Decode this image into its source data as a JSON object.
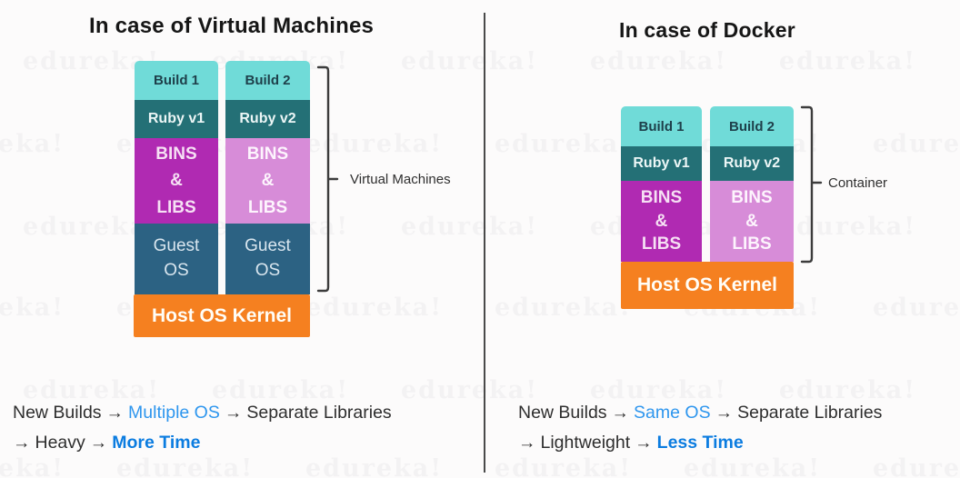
{
  "watermark": {
    "text": "edureka!"
  },
  "vm_panel": {
    "title": "In case of Virtual Machines",
    "bracket_label": "Virtual Machines",
    "stack1": {
      "build": "Build 1",
      "ruby": "Ruby v1",
      "bins": "BINS\n&\nLIBS",
      "guest": "Guest\nOS"
    },
    "stack2": {
      "build": "Build 2",
      "ruby": "Ruby v2",
      "bins": "BINS\n&\nLIBS",
      "guest": "Guest\nOS"
    },
    "host": "Host OS Kernel"
  },
  "docker_panel": {
    "title": "In case of Docker",
    "bracket_label": "Container",
    "stack1": {
      "build": "Build 1",
      "ruby": "Ruby v1",
      "bins": "BINS\n&\nLIBS"
    },
    "stack2": {
      "build": "Build 2",
      "ruby": "Ruby v2",
      "bins": "BINS\n&\nLIBS"
    },
    "host": "Host OS Kernel"
  },
  "vm_summary": {
    "part1": "New Builds",
    "arrow1": "→",
    "part2": "Multiple OS",
    "arrow2": "→",
    "part3": "Separate Libraries",
    "arrow3": "→",
    "part4": "Heavy",
    "arrow4": "→",
    "part5": "More Time"
  },
  "docker_summary": {
    "part1": "New Builds",
    "arrow1": "→",
    "part2": "Same OS",
    "arrow2": "→",
    "part3": "Separate Libraries",
    "arrow3": "→",
    "part4": "Lightweight",
    "arrow4": "→",
    "part5": "Less Time"
  },
  "colors": {
    "build_cyan": "#70dbd8",
    "ruby_teal": "#247076",
    "bins_magenta": "#b02ab2",
    "bins_orchid": "#d78cd8",
    "guest_blue": "#2c6283",
    "host_orange": "#f58020",
    "summary_link_blue": "#2e96ee",
    "summary_bold_blue": "#0b7ce0",
    "divider_gray": "#4a4a4a"
  }
}
